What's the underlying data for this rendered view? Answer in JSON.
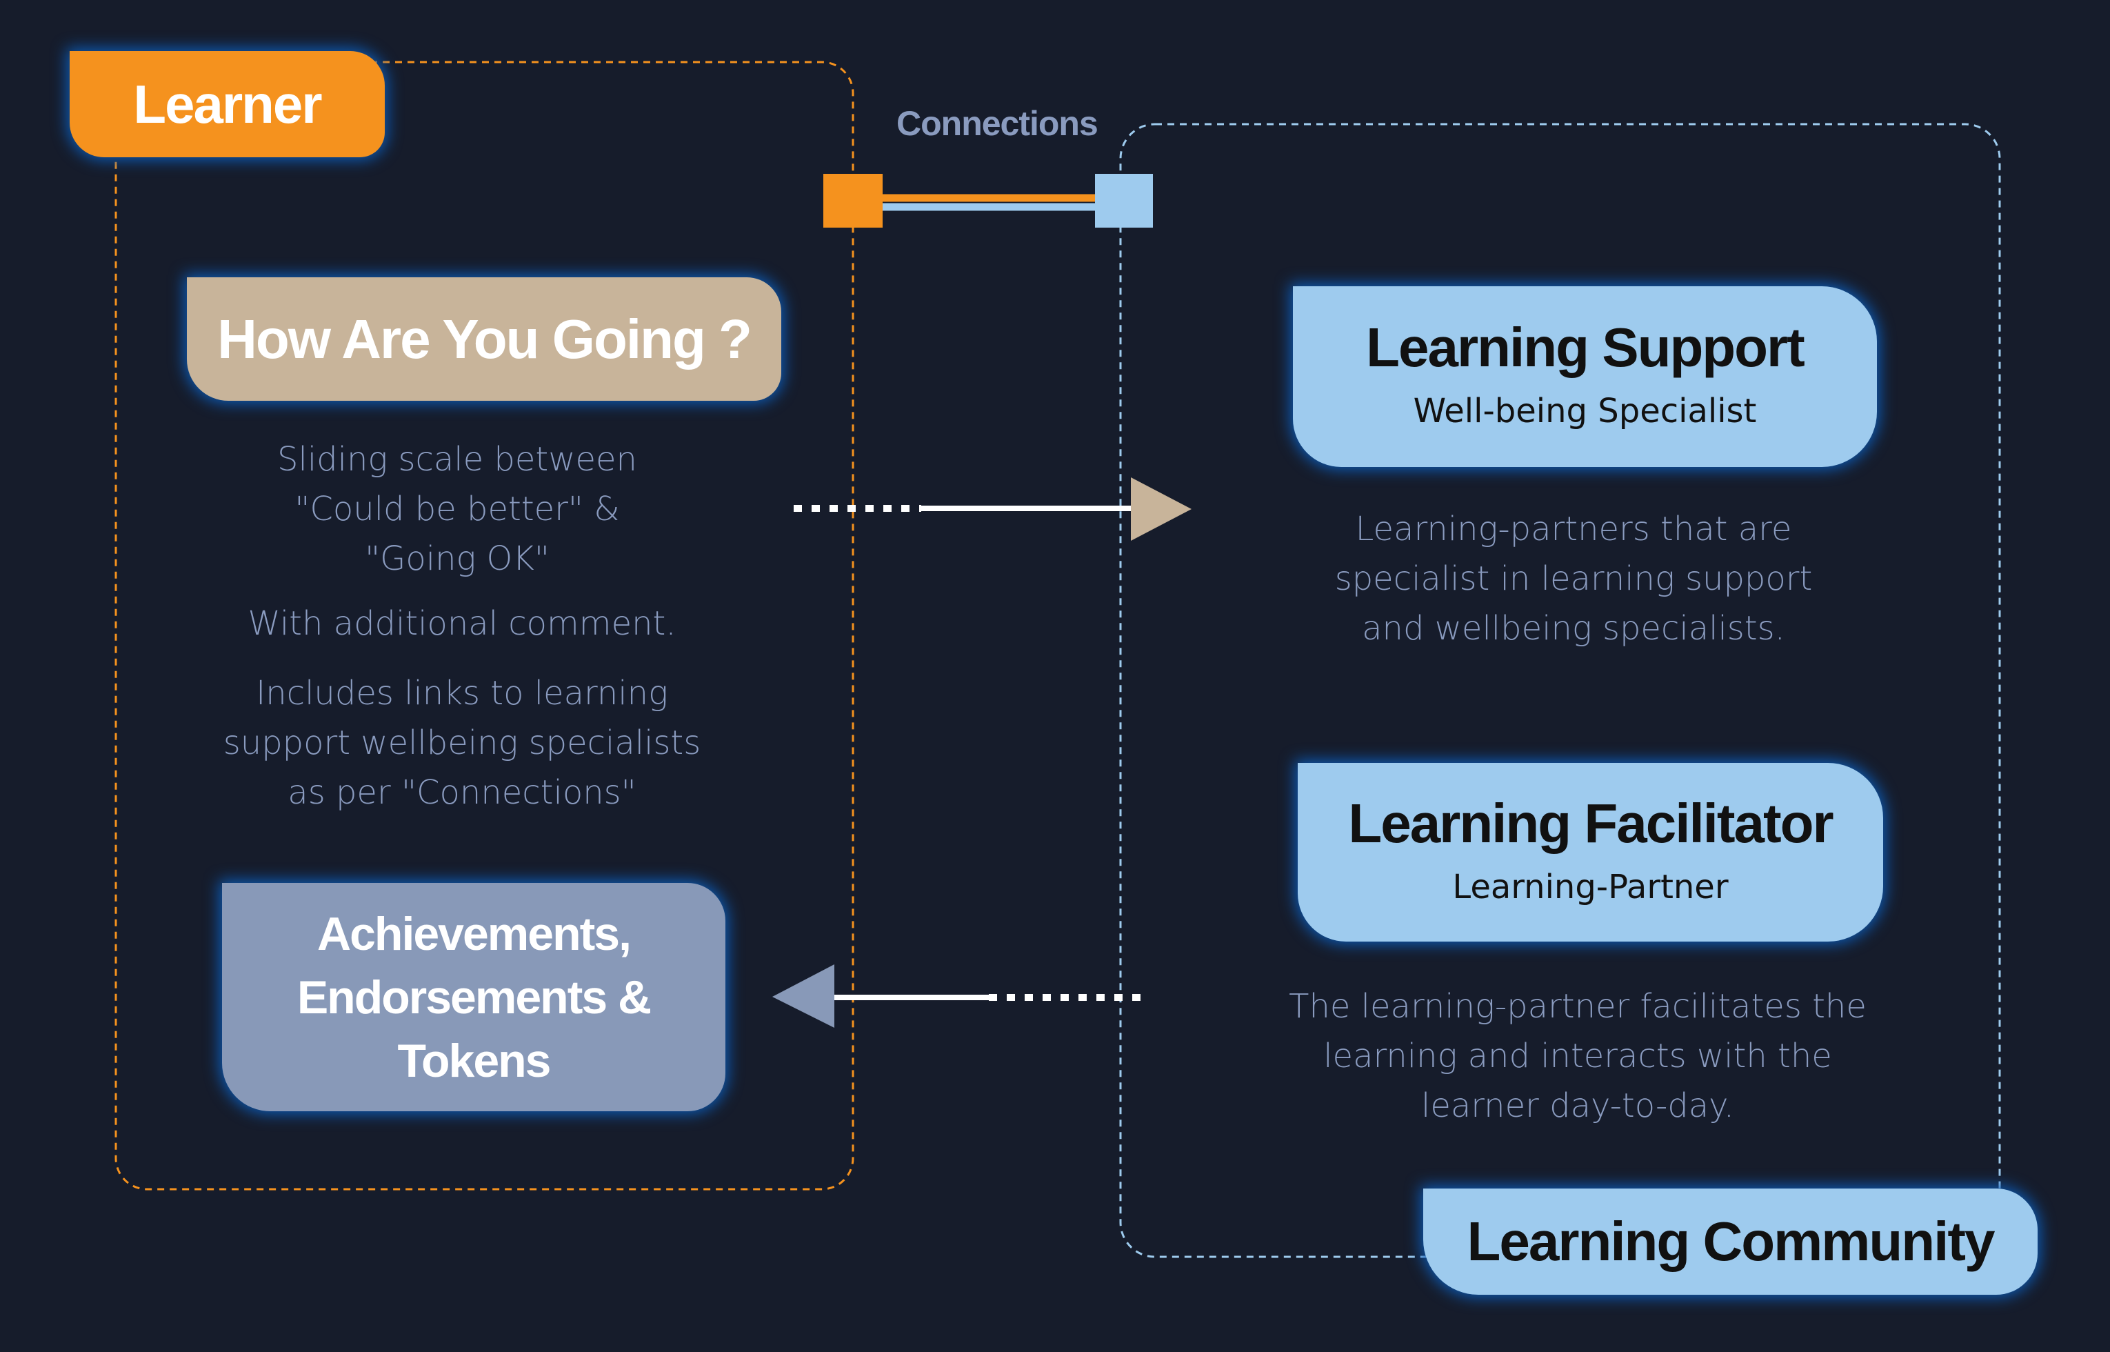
{
  "learner": {
    "label": "Learner",
    "color": "#f5921e"
  },
  "connections": {
    "label": "Connections"
  },
  "how_are_you_going": {
    "title": "How Are You Going ?",
    "description": [
      "Sliding scale between",
      "\"Could be better\" &",
      "\"Going OK\""
    ],
    "comment": "With additional comment.",
    "links": [
      "Includes links to learning",
      "support wellbeing specialists",
      "as per \"Connections\""
    ],
    "color": "#c8b49a"
  },
  "achievements": {
    "lines": [
      "Achievements,",
      "Endorsements &",
      "Tokens"
    ],
    "color": "#8899b8"
  },
  "learning_support": {
    "title": "Learning Support",
    "subtitle": "Well-being Specialist",
    "description": [
      "Learning-partners that are",
      "specialist in learning support",
      "and wellbeing specialists."
    ]
  },
  "learning_facilitator": {
    "title": "Learning Facilitator",
    "subtitle": "Learning-Partner",
    "description": [
      "The learning-partner facilitates the",
      "learning and interacts with the",
      "learner day-to-day."
    ]
  },
  "learning_community": {
    "label": "Learning Community",
    "color": "#9ecbee"
  }
}
